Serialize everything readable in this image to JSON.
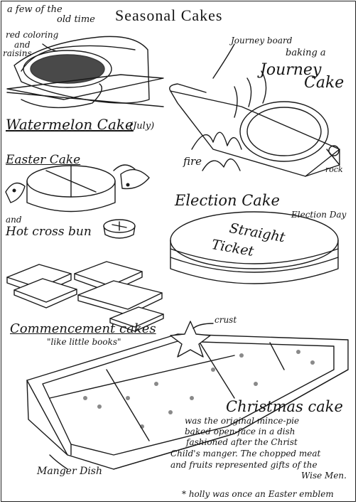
{
  "header": {
    "prefix": "a few of the",
    "prefix2": "old time",
    "title": "Seasonal Cakes"
  },
  "watermelon": {
    "note1": "red coloring",
    "note2": "and",
    "note3": "raisins",
    "caption": "Watermelon Cake",
    "month": "(July)"
  },
  "journey": {
    "board_label": "Journey board",
    "action": "baking a",
    "title1": "Journey",
    "title2": "Cake",
    "fire": "fire",
    "rock": "rock"
  },
  "easter": {
    "caption": "Easter Cake",
    "and": "and",
    "hot_cross": "Hot cross bun"
  },
  "election": {
    "caption": "Election Cake",
    "day": "Election Day",
    "cake_text1": "Straight",
    "cake_text2": "Ticket"
  },
  "commencement": {
    "caption": "Commencement cakes",
    "subcaption": "\"like little books\""
  },
  "christmas": {
    "crust": "crust",
    "title": "Christmas cake",
    "line1": "was the original mince-pie",
    "line2": "baked open-face in a dish",
    "line3": "fashioned after the Christ",
    "line4": "Child's manger. The chopped meat",
    "line5": "and fruits represented gifts of the",
    "line6": "Wise Men.",
    "dish": "Manger Dish"
  },
  "footnote": "* holly was once an Easter emblem"
}
